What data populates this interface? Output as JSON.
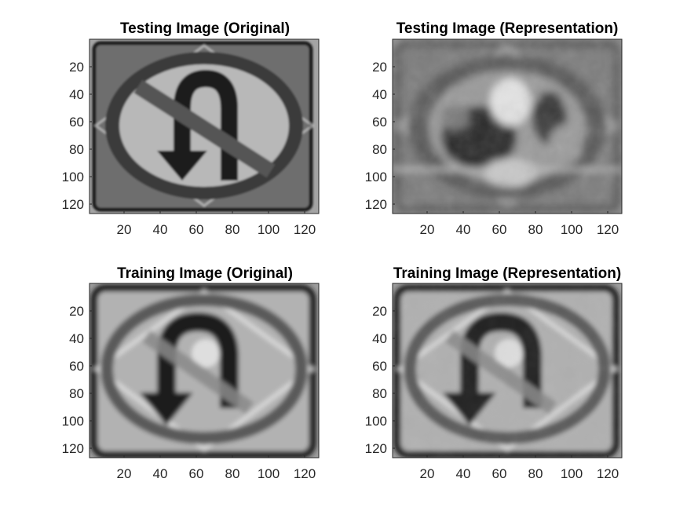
{
  "figure": {
    "panels": [
      {
        "id": "testing-original",
        "title": "Testing Image (Original)",
        "image": "no-u-turn sign, sharp grayscale",
        "ytick_labels": [
          "20",
          "40",
          "60",
          "80",
          "100",
          "120"
        ],
        "xtick_labels": [
          "20",
          "40",
          "60",
          "80",
          "100",
          "120"
        ]
      },
      {
        "id": "testing-representation",
        "title": "Testing Image (Representation)",
        "image": "blurry reconstruction of testing sign",
        "ytick_labels": [
          "20",
          "40",
          "60",
          "80",
          "100",
          "120"
        ],
        "xtick_labels": [
          "20",
          "40",
          "60",
          "80",
          "100",
          "120"
        ]
      },
      {
        "id": "training-original",
        "title": "Training Image (Original)",
        "image": "u-turn sign with overlapping diamond, grayscale",
        "ytick_labels": [
          "20",
          "40",
          "60",
          "80",
          "100",
          "120"
        ],
        "xtick_labels": [
          "20",
          "40",
          "60",
          "80",
          "100",
          "120"
        ]
      },
      {
        "id": "training-representation",
        "title": "Training Image (Representation)",
        "image": "reconstruction of training sign",
        "ytick_labels": [
          "20",
          "40",
          "60",
          "80",
          "100",
          "120"
        ],
        "xtick_labels": [
          "20",
          "40",
          "60",
          "80",
          "100",
          "120"
        ]
      }
    ]
  }
}
